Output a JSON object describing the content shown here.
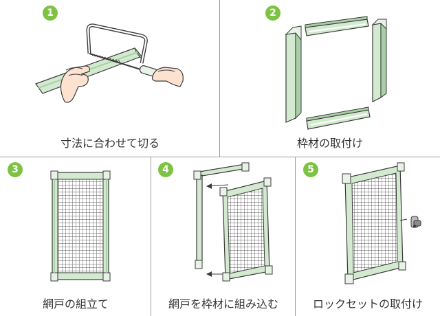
{
  "colors": {
    "badge": "#7dc242",
    "frame_fill": "#d3ead0",
    "frame_dark": "#a9cfa6",
    "outline": "#3a3a3a",
    "mesh": "#555555",
    "divider": "#9a9a9a",
    "skin": "#fde3cf"
  },
  "steps": [
    {
      "number": "1",
      "caption": "寸法に合わせて切る",
      "icon": "hacksaw-cutting-frame"
    },
    {
      "number": "2",
      "caption": "枠材の取付け",
      "icon": "frame-parts-assembly"
    },
    {
      "number": "3",
      "caption": "網戸の組立て",
      "icon": "mesh-screen-panel"
    },
    {
      "number": "4",
      "caption": "網戸を枠材に組み込む",
      "icon": "screen-into-frame"
    },
    {
      "number": "5",
      "caption": "ロックセットの取付け",
      "icon": "lock-set-install"
    }
  ]
}
